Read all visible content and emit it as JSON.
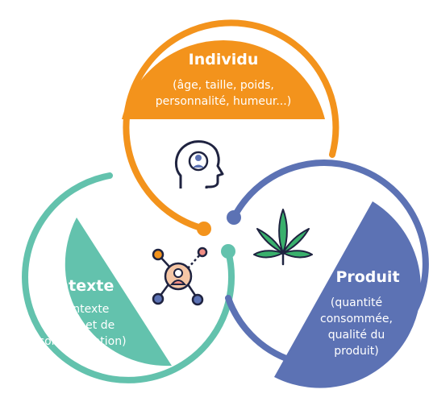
{
  "colors": {
    "individu": "#F3931C",
    "contexte": "#63C2AD",
    "produit": "#5C72B4",
    "icon_outline": "#1F2340",
    "leaf": "#39B06C",
    "person_face": "#F5C6A5",
    "person_body": "#F08D84"
  },
  "individu": {
    "title": "Individu",
    "description_lines": [
      "(âge, taille, poids,",
      "personnalité, humeur...)"
    ],
    "icon": "head-profile-icon"
  },
  "contexte": {
    "title": "Contexte",
    "description_lines": [
      "(contexte",
      "social et de",
      "consommation)"
    ],
    "icon": "network-person-icon"
  },
  "produit": {
    "title": "Produit",
    "description_lines": [
      "(quantité",
      "consommée,",
      "qualité du",
      "produit)"
    ],
    "icon": "cannabis-leaf-icon"
  }
}
